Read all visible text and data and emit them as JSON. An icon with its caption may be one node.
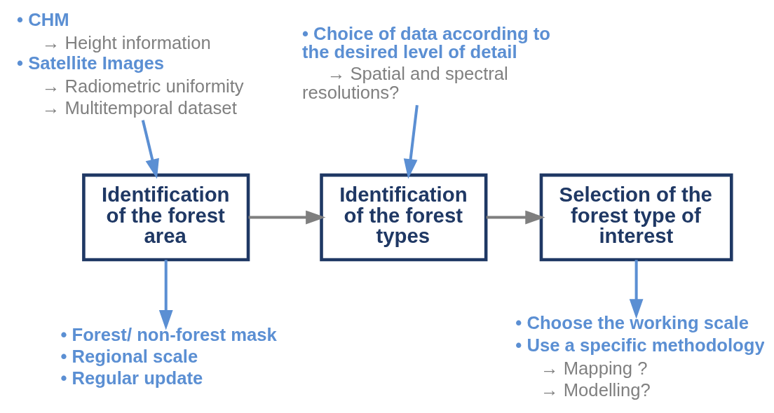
{
  "diagram": {
    "nodes": [
      {
        "text": [
          "• CHM",
          "→ Height information",
          "• Satellite Images",
          "→ Radiometric uniformity",
          "→ Multitemporal dataset"
        ]
      },
      {
        "text": [
          "• Choice of data according to the desired level of detail",
          "→ Spatial and spectral resolutions?"
        ]
      },
      {
        "text": [
          "Identification of the forest area"
        ]
      },
      {
        "text": [
          "Identification of the forest types"
        ]
      },
      {
        "text": [
          "Selection of the forest type of interest"
        ]
      },
      {
        "text": [
          "• Forest/ non-forest mask",
          "• Regional scale",
          "• Regular update"
        ]
      },
      {
        "text": [
          "• Choose the working scale",
          "• Use a specific methodology",
          "→ Mapping ?",
          "→ Modelling?"
        ]
      }
    ],
    "edges": [
      {
        "from": 0,
        "to": 2,
        "arrow": "to"
      },
      {
        "from": 1,
        "to": 3,
        "arrow": "to"
      },
      {
        "from": 2,
        "to": 3,
        "arrow": "to",
        "color": "#7f7f7f"
      },
      {
        "from": 3,
        "to": 4,
        "arrow": "to",
        "color": "#7f7f7f"
      },
      {
        "from": 2,
        "to": 5,
        "arrow": "to"
      },
      {
        "from": 4,
        "to": 6,
        "arrow": "to"
      }
    ]
  }
}
